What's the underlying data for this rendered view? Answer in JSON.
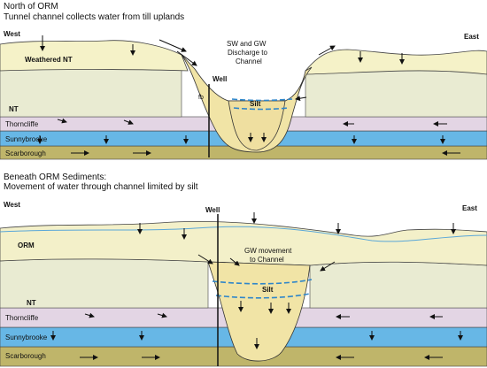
{
  "top_panel": {
    "title": "North of ORM",
    "subtitle": "Tunnel channel collects water from till uplands",
    "west": "West",
    "east": "East",
    "label_weathered_nt": "Weathered NT",
    "label_nt": "NT",
    "label_thorncliffe": "Thorncliffe",
    "label_sunnybrooke": "Sunnybrooke",
    "label_scarborough": "Scarborough",
    "discharge_line1": "SW and GW",
    "discharge_line2": "Discharge to",
    "discharge_line3": "Channel",
    "well": "Well",
    "fb": "fb",
    "silt": "Silt"
  },
  "bottom_panel": {
    "title": "Beneath ORM Sediments:",
    "subtitle": "Movement of water through channel limited by silt",
    "west": "West",
    "east": "East",
    "well": "Well",
    "label_orm": "ORM",
    "label_nt": "NT",
    "label_thorncliffe": "Thorncliffe",
    "label_sunnybrooke": "Sunnybrooke",
    "label_scarborough": "Scarborough",
    "gw_line1": "GW movement",
    "gw_line2": "to Channel",
    "silt": "Silt"
  },
  "colors": {
    "weathered_nt": "#f5f2c8",
    "nt": "#e9ebd2",
    "orm": "#f3f0c9",
    "thorncliffe": "#e3d5e4",
    "sunnybrooke": "#67b7e6",
    "scarborough": "#bfb56a",
    "channel_fill": "#f1e4a6",
    "silt_line": "#2f86c9"
  }
}
